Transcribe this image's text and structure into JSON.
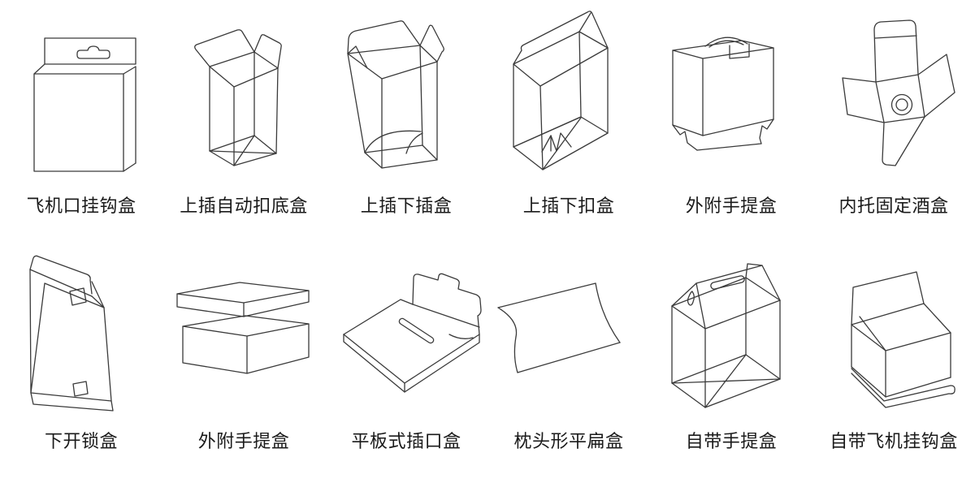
{
  "page": {
    "background": "#ffffff",
    "line_color": "#3a3a3a",
    "text_color": "#1a1a1a",
    "description_rows": 2,
    "description_cols": 6
  },
  "items": [
    {
      "label": "飞机口挂钩盒",
      "icon": "hang-tab-box"
    },
    {
      "label": "上插自动扣底盒",
      "icon": "tuck-top-auto-bottom-box"
    },
    {
      "label": "上插下插盒",
      "icon": "tuck-top-tuck-bottom-box"
    },
    {
      "label": "上插下扣盒",
      "icon": "tuck-top-snap-bottom-box"
    },
    {
      "label": "外附手提盒",
      "icon": "attached-handle-box"
    },
    {
      "label": "内托固定酒盒",
      "icon": "inner-tray-wine-box"
    },
    {
      "label": "下开锁盒",
      "icon": "bottom-lock-box"
    },
    {
      "label": "外附手提盒",
      "icon": "lid-and-base-box"
    },
    {
      "label": "平板式插口盒",
      "icon": "flat-slot-box"
    },
    {
      "label": "枕头形平扁盒",
      "icon": "pillow-box"
    },
    {
      "label": "自带手提盒",
      "icon": "gable-handle-box"
    },
    {
      "label": "自带飞机挂钩盒",
      "icon": "built-in-hang-hook-box"
    }
  ]
}
